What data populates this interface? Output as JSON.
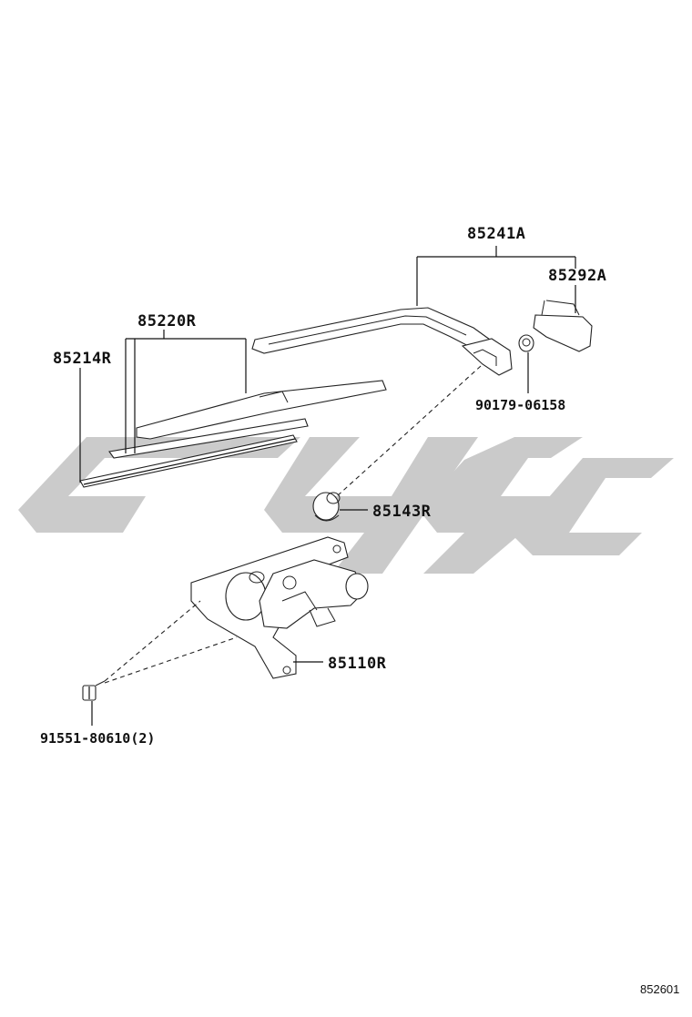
{
  "parts": [
    {
      "id": "p1",
      "number": "85241A"
    },
    {
      "id": "p2",
      "number": "85292A"
    },
    {
      "id": "p3",
      "number": "85220R"
    },
    {
      "id": "p4",
      "number": "85214R"
    },
    {
      "id": "p5",
      "number": "90179-06158"
    },
    {
      "id": "p6",
      "number": "85143R"
    },
    {
      "id": "p7",
      "number": "85110R"
    },
    {
      "id": "p8",
      "number": "91551-80610(2)"
    }
  ],
  "figure_id": "852601",
  "colors": {
    "line": "#111111",
    "watermark": "#c8c8c8"
  }
}
